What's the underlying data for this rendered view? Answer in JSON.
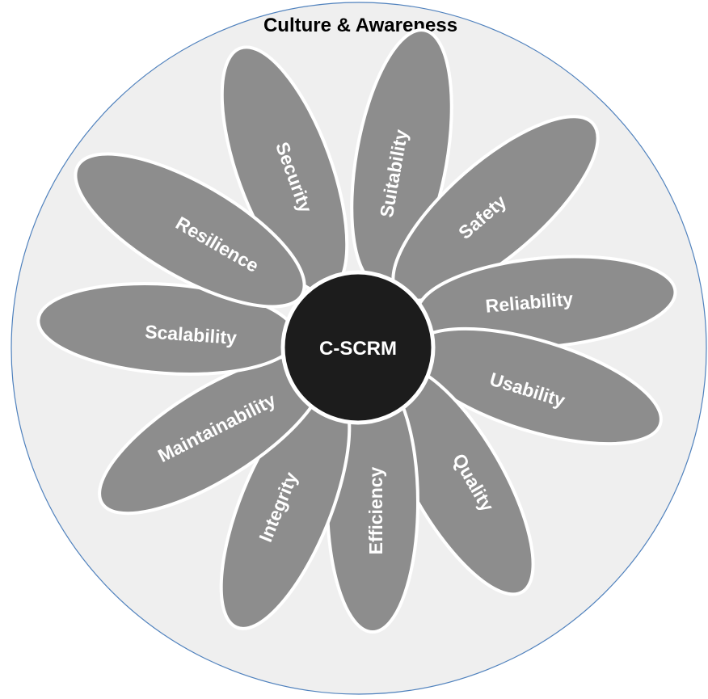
{
  "diagram": {
    "outer_label": "Culture & Awareness",
    "center_label": "C-SCRM",
    "petals": [
      "Security",
      "Suitability",
      "Safety",
      "Reliability",
      "Usability",
      "Quality",
      "Efficiency",
      "Integrity",
      "Maintainability",
      "Scalability",
      "Resilience"
    ],
    "colors": {
      "outer_fill": "#efefef",
      "outer_stroke": "#4f81bd",
      "petal_fill": "#8d8d8d",
      "center_fill": "#1c1c1c",
      "label_text": "#ffffff"
    }
  }
}
